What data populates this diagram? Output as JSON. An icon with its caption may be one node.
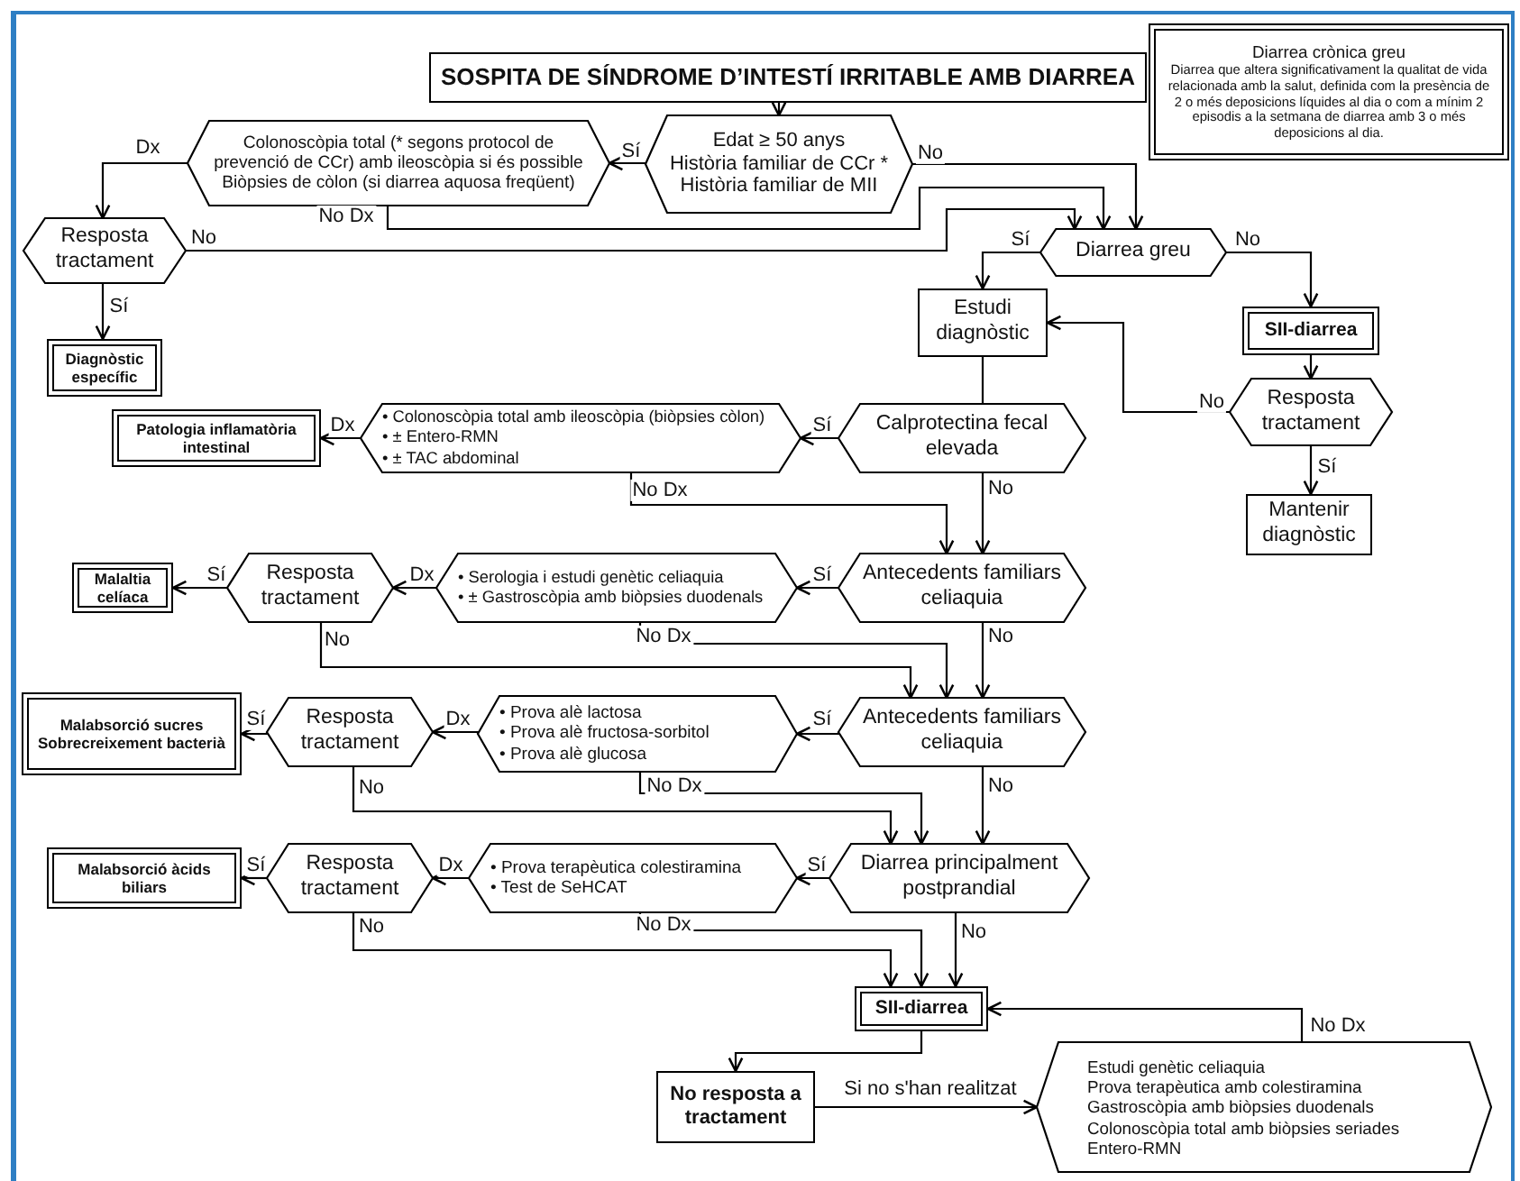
{
  "diagram": {
    "nodes": [
      {
        "text": [
          "SOSPITA DE SÍNDROME D’INTESTÍ IRRITABLE AMB DIARREA"
        ]
      },
      {
        "text": [
          "Diarrea crònica greu",
          "Diarrea que altera significativament la qualitat de vida relacionada amb la salut, definida com la presència de 2 o més deposicions líquides al dia o com a mínim 2 episodis a la setmana de diarrea amb 3 o més deposicions al dia."
        ]
      },
      {
        "text": [
          "Edat ≥ 50 anys",
          "Història familiar de CCr *",
          "Història familiar de MII"
        ]
      },
      {
        "text": [
          "Colonoscòpia total (* segons protocol de prevenció de CCr) amb ileoscòpia si és possible",
          "Biòpsies de còlon (si diarrea aquosa freqüent)"
        ]
      },
      {
        "text": [
          "Resposta tractament"
        ]
      },
      {
        "text": [
          "Diagnòstic específic"
        ]
      },
      {
        "text": [
          "Diarrea greu"
        ]
      },
      {
        "text": [
          "Estudi diagnòstic"
        ]
      },
      {
        "text": [
          "SII-diarrea"
        ]
      },
      {
        "text": [
          "Resposta tractament"
        ]
      },
      {
        "text": [
          "Mantenir diagnòstic"
        ]
      },
      {
        "text": [
          "Patologia inflamatòria intestinal"
        ]
      },
      {
        "text": [
          "• Colonoscòpia total amb ileoscòpia (biòpsies còlon)",
          "• ± Entero-RMN",
          "• ± TAC abdominal"
        ]
      },
      {
        "text": [
          "Calprotectina fecal elevada"
        ]
      },
      {
        "text": [
          "Malaltia celíaca"
        ]
      },
      {
        "text": [
          "Resposta tractament"
        ]
      },
      {
        "text": [
          "• Serologia i estudi genètic celiaquia",
          "• ± Gastroscòpia amb biòpsies duodenals"
        ]
      },
      {
        "text": [
          "Antecedents familiars celiaquia"
        ]
      },
      {
        "text": [
          "Malabsorció sucres Sobrecreixement bacterià"
        ]
      },
      {
        "text": [
          "Resposta tractament"
        ]
      },
      {
        "text": [
          "• Prova alè lactosa",
          "• Prova alè fructosa-sorbitol",
          "• Prova alè glucosa"
        ]
      },
      {
        "text": [
          "Antecedents familiars celiaquia"
        ]
      },
      {
        "text": [
          "Malabsorció àcids biliars"
        ]
      },
      {
        "text": [
          "Resposta tractament"
        ]
      },
      {
        "text": [
          "• Prova terapèutica colestiramina",
          "• Test de SeHCAT"
        ]
      },
      {
        "text": [
          "Diarrea principalment postprandial"
        ]
      },
      {
        "text": [
          "SII-diarrea"
        ]
      },
      {
        "text": [
          "No resposta a tractament"
        ]
      },
      {
        "text": [
          "Estudi genètic celiaquia",
          "Prova terapèutica amb colestiramina",
          "Gastroscòpia amb biòpsies duodenals",
          "Colonoscòpia total amb biòpsies seriades",
          "Entero-RMN"
        ]
      }
    ],
    "edges": [
      {
        "from": 0,
        "to": 2,
        "arrow": "to"
      },
      {
        "from": 2,
        "to": 3,
        "arrow": "to",
        "label": "Sí"
      },
      {
        "from": 2,
        "to": 6,
        "arrow": "to",
        "label": "No"
      },
      {
        "from": 3,
        "to": 4,
        "arrow": "to",
        "label": "Dx"
      },
      {
        "from": 3,
        "to": 6,
        "arrow": "to",
        "label": "No Dx"
      },
      {
        "from": 4,
        "to": 6,
        "arrow": "to",
        "label": "No"
      },
      {
        "from": 4,
        "to": 5,
        "arrow": "to",
        "label": "Sí"
      },
      {
        "from": 6,
        "to": 7,
        "arrow": "to",
        "label": "Sí"
      },
      {
        "from": 6,
        "to": 8,
        "arrow": "to",
        "label": "No"
      },
      {
        "from": 8,
        "to": 9,
        "arrow": "to"
      },
      {
        "from": 9,
        "to": 7,
        "arrow": "to",
        "label": "No"
      },
      {
        "from": 9,
        "to": 10,
        "arrow": "to",
        "label": "Sí"
      },
      {
        "from": 7,
        "to": 13,
        "arrow": "none"
      },
      {
        "from": 13,
        "to": 12,
        "arrow": "to",
        "label": "Sí"
      },
      {
        "from": 12,
        "to": 11,
        "arrow": "to",
        "label": "Dx"
      },
      {
        "from": 12,
        "to": 17,
        "arrow": "to",
        "label": "No Dx"
      },
      {
        "from": 13,
        "to": 17,
        "arrow": "to",
        "label": "No"
      },
      {
        "from": 17,
        "to": 16,
        "arrow": "to",
        "label": "Sí"
      },
      {
        "from": 16,
        "to": 15,
        "arrow": "to",
        "label": "Dx"
      },
      {
        "from": 15,
        "to": 14,
        "arrow": "to",
        "label": "Sí"
      },
      {
        "from": 15,
        "to": 21,
        "arrow": "to",
        "label": "No"
      },
      {
        "from": 16,
        "to": 21,
        "arrow": "to",
        "label": "No Dx"
      },
      {
        "from": 17,
        "to": 21,
        "arrow": "to",
        "label": "No"
      },
      {
        "from": 21,
        "to": 20,
        "arrow": "to",
        "label": "Sí"
      },
      {
        "from": 20,
        "to": 19,
        "arrow": "to",
        "label": "Dx"
      },
      {
        "from": 19,
        "to": 18,
        "arrow": "to",
        "label": "Sí"
      },
      {
        "from": 19,
        "to": 25,
        "arrow": "to",
        "label": "No"
      },
      {
        "from": 20,
        "to": 25,
        "arrow": "to",
        "label": "No Dx"
      },
      {
        "from": 21,
        "to": 25,
        "arrow": "to",
        "label": "No"
      },
      {
        "from": 25,
        "to": 24,
        "arrow": "to",
        "label": "Sí"
      },
      {
        "from": 24,
        "to": 23,
        "arrow": "to",
        "label": "Dx"
      },
      {
        "from": 23,
        "to": 22,
        "arrow": "to",
        "label": "Sí"
      },
      {
        "from": 23,
        "to": 26,
        "arrow": "to",
        "label": "No"
      },
      {
        "from": 24,
        "to": 26,
        "arrow": "to",
        "label": "No Dx"
      },
      {
        "from": 25,
        "to": 26,
        "arrow": "to",
        "label": "No"
      },
      {
        "from": 26,
        "to": 27,
        "arrow": "to"
      },
      {
        "from": 27,
        "to": 28,
        "arrow": "to",
        "label": "Si no s'han realitzat"
      },
      {
        "from": 28,
        "to": 26,
        "arrow": "to",
        "label": "No Dx"
      }
    ]
  }
}
